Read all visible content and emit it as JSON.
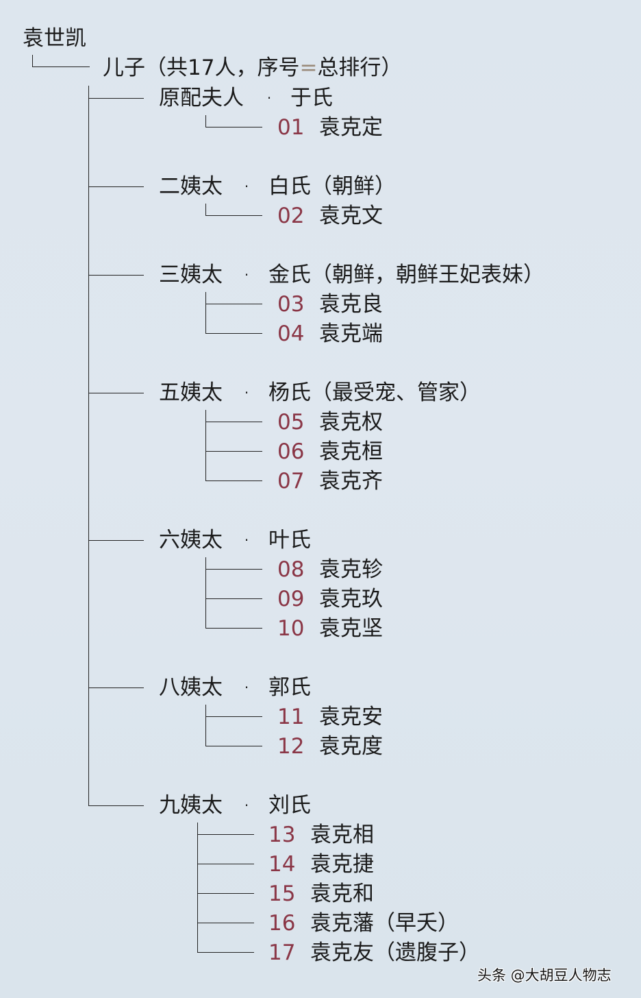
{
  "root": {
    "name": "袁世凯"
  },
  "sons_header": {
    "prefix": "儿子（共17人，序号",
    "eq": "=",
    "suffix": "总排行）"
  },
  "colors": {
    "background": "#dde6ee",
    "number": "#8a3646",
    "text": "#1a1a1a",
    "equals": "#9a8b7b"
  },
  "wives": [
    {
      "title": "原配夫人",
      "surname": "于氏",
      "note": "",
      "sons": [
        {
          "num": "01",
          "name": "袁克定",
          "note": ""
        }
      ]
    },
    {
      "title": "二姨太",
      "surname": "白氏",
      "note": "（朝鲜）",
      "sons": [
        {
          "num": "02",
          "name": "袁克文",
          "note": ""
        }
      ]
    },
    {
      "title": "三姨太",
      "surname": "金氏",
      "note": "（朝鲜，朝鲜王妃表妹）",
      "sons": [
        {
          "num": "03",
          "name": "袁克良",
          "note": ""
        },
        {
          "num": "04",
          "name": "袁克端",
          "note": ""
        }
      ]
    },
    {
      "title": "五姨太",
      "surname": "杨氏",
      "note": "（最受宠、管家）",
      "sons": [
        {
          "num": "05",
          "name": "袁克权",
          "note": ""
        },
        {
          "num": "06",
          "name": "袁克桓",
          "note": ""
        },
        {
          "num": "07",
          "name": "袁克齐",
          "note": ""
        }
      ]
    },
    {
      "title": "六姨太",
      "surname": "叶氏",
      "note": "",
      "sons": [
        {
          "num": "08",
          "name": "袁克轸",
          "note": ""
        },
        {
          "num": "09",
          "name": "袁克玖",
          "note": ""
        },
        {
          "num": "10",
          "name": "袁克坚",
          "note": ""
        }
      ]
    },
    {
      "title": "八姨太",
      "surname": "郭氏",
      "note": "",
      "sons": [
        {
          "num": "11",
          "name": "袁克安",
          "note": ""
        },
        {
          "num": "12",
          "name": "袁克度",
          "note": ""
        }
      ]
    },
    {
      "title": "九姨太",
      "surname": "刘氏",
      "note": "",
      "sons": [
        {
          "num": "13",
          "name": "袁克相",
          "note": ""
        },
        {
          "num": "14",
          "name": "袁克捷",
          "note": ""
        },
        {
          "num": "15",
          "name": "袁克和",
          "note": ""
        },
        {
          "num": "16",
          "name": "袁克藩",
          "note": "（早夭）"
        },
        {
          "num": "17",
          "name": "袁克友",
          "note": "（遗腹子）"
        }
      ]
    }
  ],
  "separator": "·",
  "watermark": "头条 @大胡豆人物志"
}
